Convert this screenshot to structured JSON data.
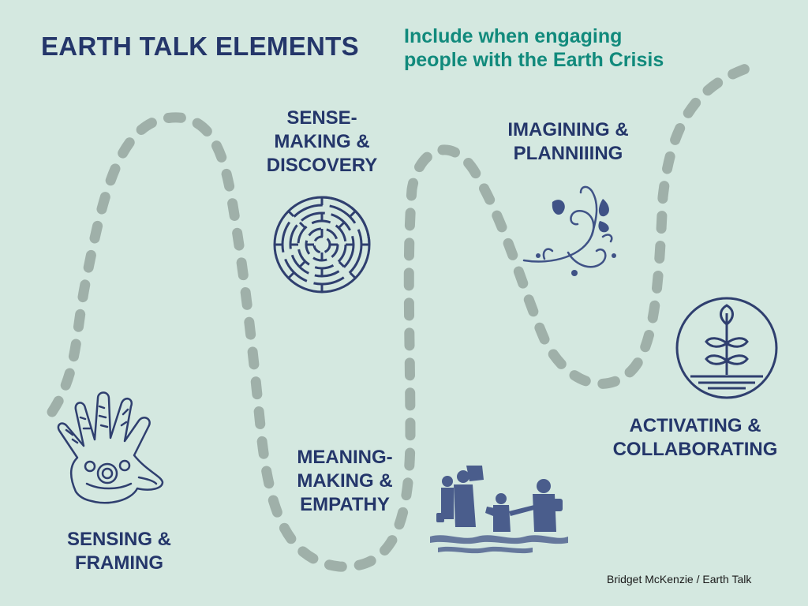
{
  "header": {
    "title": "EARTH TALK ELEMENTS",
    "subtitle_line1": "Include when engaging",
    "subtitle_line2": "people with the Earth Crisis"
  },
  "stages": [
    {
      "id": "sensing",
      "line1": "SENSING &",
      "line2": "FRAMING",
      "icon": "hand-icon"
    },
    {
      "id": "sense-making",
      "line1": "SENSE-",
      "line2": "MAKING &",
      "line3": "DISCOVERY",
      "icon": "maze-icon"
    },
    {
      "id": "meaning-making",
      "line1": "MEANING-",
      "line2": "MAKING &",
      "line3": "EMPATHY",
      "icon": "family-wading-icon"
    },
    {
      "id": "imagining",
      "line1": "IMAGINING &",
      "line2": "PLANNIIING",
      "icon": "swirl-vine-icon"
    },
    {
      "id": "activating",
      "line1": "ACTIVATING &",
      "line2": "COLLABORATING",
      "icon": "sprout-circle-icon"
    }
  ],
  "footer": {
    "credit": "Bridget McKenzie / Earth Talk"
  },
  "colors": {
    "background": "#d4e8e0",
    "title": "#24366a",
    "subtitle": "#118a7c",
    "path": "#9fb0a9",
    "icon": "#2f3f6f"
  }
}
